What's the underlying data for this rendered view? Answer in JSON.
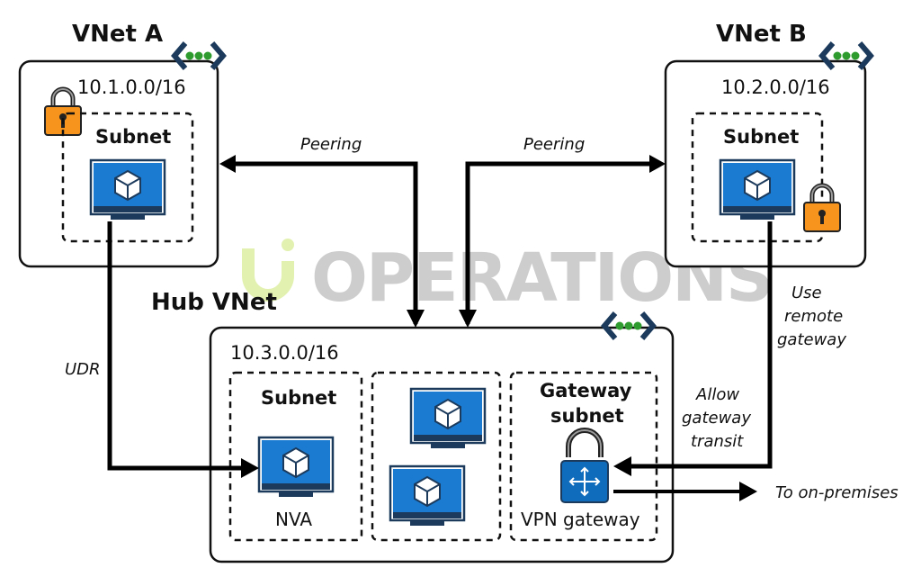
{
  "vnets": {
    "a": {
      "title": "VNet A",
      "cidr": "10.1.0.0/16",
      "subnet": "Subnet"
    },
    "b": {
      "title": "VNet B",
      "cidr": "10.2.0.0/16",
      "subnet": "Subnet"
    },
    "hub": {
      "title": "Hub VNet",
      "cidr": "10.3.0.0/16",
      "subnet": "Subnet",
      "nva": "NVA",
      "gateway_subnet_line1": "Gateway",
      "gateway_subnet_line2": "subnet",
      "vpn_gateway": "VPN gateway"
    }
  },
  "edges": {
    "peering_a": "Peering",
    "peering_b": "Peering",
    "udr": "UDR",
    "use_remote_1": "Use",
    "use_remote_2": "remote",
    "use_remote_3": "gateway",
    "allow_1": "Allow",
    "allow_2": "gateway",
    "allow_3": "transit",
    "on_prem": "To on-premises"
  },
  "watermark": "OPERATIONS",
  "colors": {
    "monitor_blue": "#1a7bd0",
    "monitor_dark": "#1b3a5c",
    "lock_orange": "#f7941d",
    "gateway_blue": "#0f6cbd",
    "vnet_icon_green": "#2e9b2e",
    "vnet_icon_navy": "#1b3a5c"
  }
}
